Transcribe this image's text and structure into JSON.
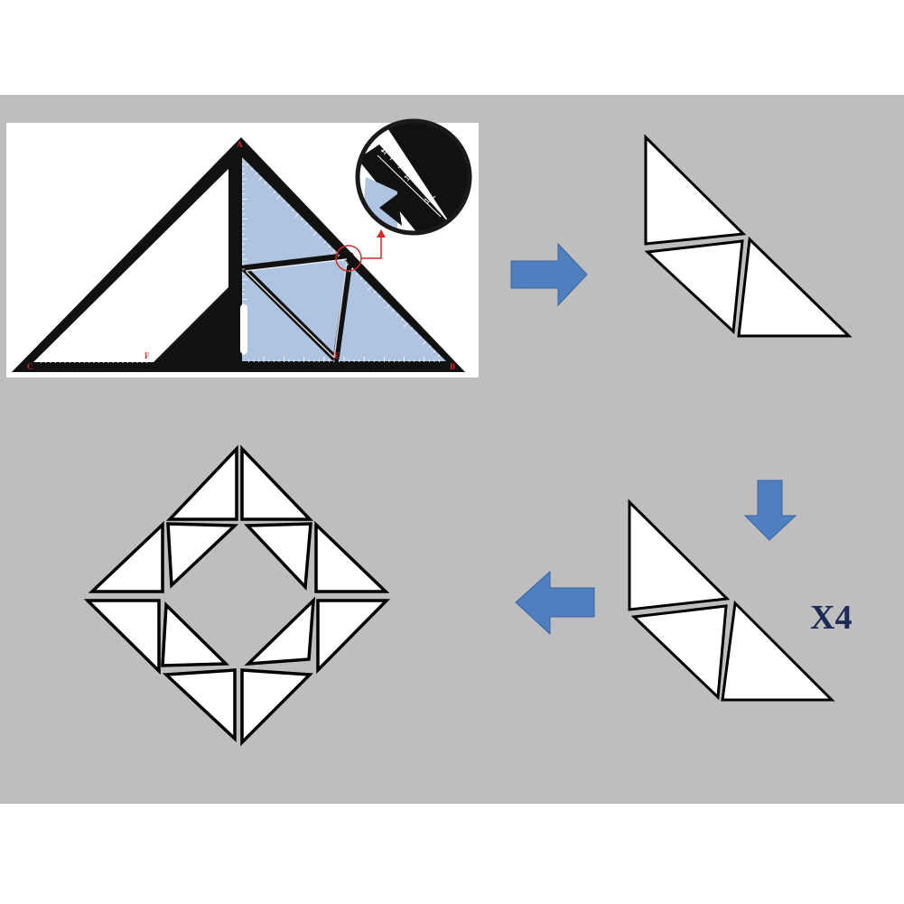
{
  "ruler": {
    "points": [
      "A",
      "B",
      "C",
      "F",
      "E"
    ],
    "magnifier_ticks": [
      "12",
      "11",
      "10"
    ]
  },
  "multiplier": "X4",
  "colors": {
    "background": "#bebebe",
    "panel": "#ffffff",
    "ruler_black": "#111111",
    "triangle_fill": "#aec4e0",
    "arrow": "#4f7fbf",
    "arrow_edge": "#3a62a0",
    "label_blue": "#1c2a55",
    "accent_red": "#d42a2a"
  },
  "icons": [
    "arrow-right-icon",
    "arrow-down-icon",
    "arrow-left-icon",
    "magnifier-icon"
  ]
}
